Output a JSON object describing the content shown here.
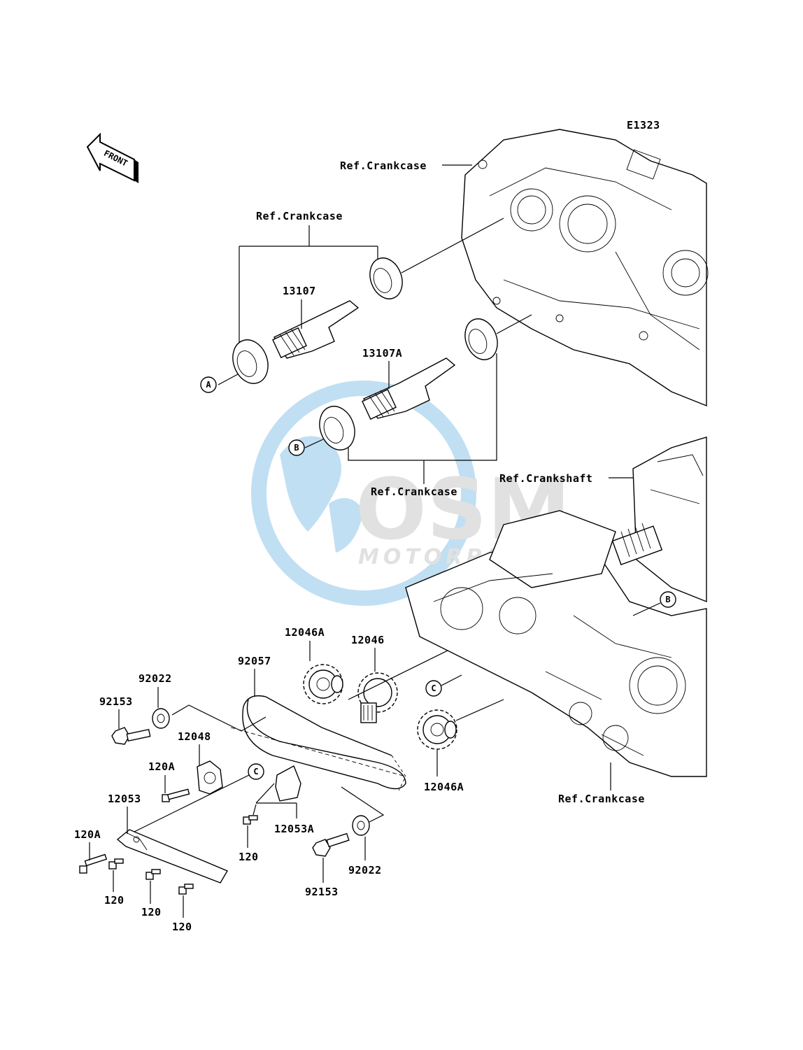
{
  "diagram_code": "E1323",
  "front_label": "FRONT",
  "watermark": {
    "brand": "OSM",
    "subtitle": "MOTORPARTS",
    "color": "#8ec5ea"
  },
  "ref_labels": {
    "crankcase_top": "Ref.Crankcase",
    "crankcase_mid": "Ref.Crankcase",
    "crankcase_lower": "Ref.Crankcase",
    "crankcase_bottom": "Ref.Crankcase",
    "crankshaft": "Ref.Crankshaft"
  },
  "part_numbers": {
    "p13107": "13107",
    "p13107A": "13107A",
    "p12046A_top": "12046A",
    "p12046": "12046",
    "p12046A_bottom": "12046A",
    "p92057": "92057",
    "p92022_top": "92022",
    "p92153_top": "92153",
    "p12048": "12048",
    "p120A_mid": "120A",
    "p12053": "12053",
    "p120A_left": "120A",
    "p120_a": "120",
    "p120_b": "120",
    "p120_c": "120",
    "p120_d": "120",
    "p12053A": "12053A",
    "p92153_bottom": "92153",
    "p92022_bottom": "92022"
  },
  "callouts": {
    "a1": "A",
    "b1": "B",
    "a2": "A",
    "b2": "B",
    "c1": "C",
    "c2": "C"
  }
}
